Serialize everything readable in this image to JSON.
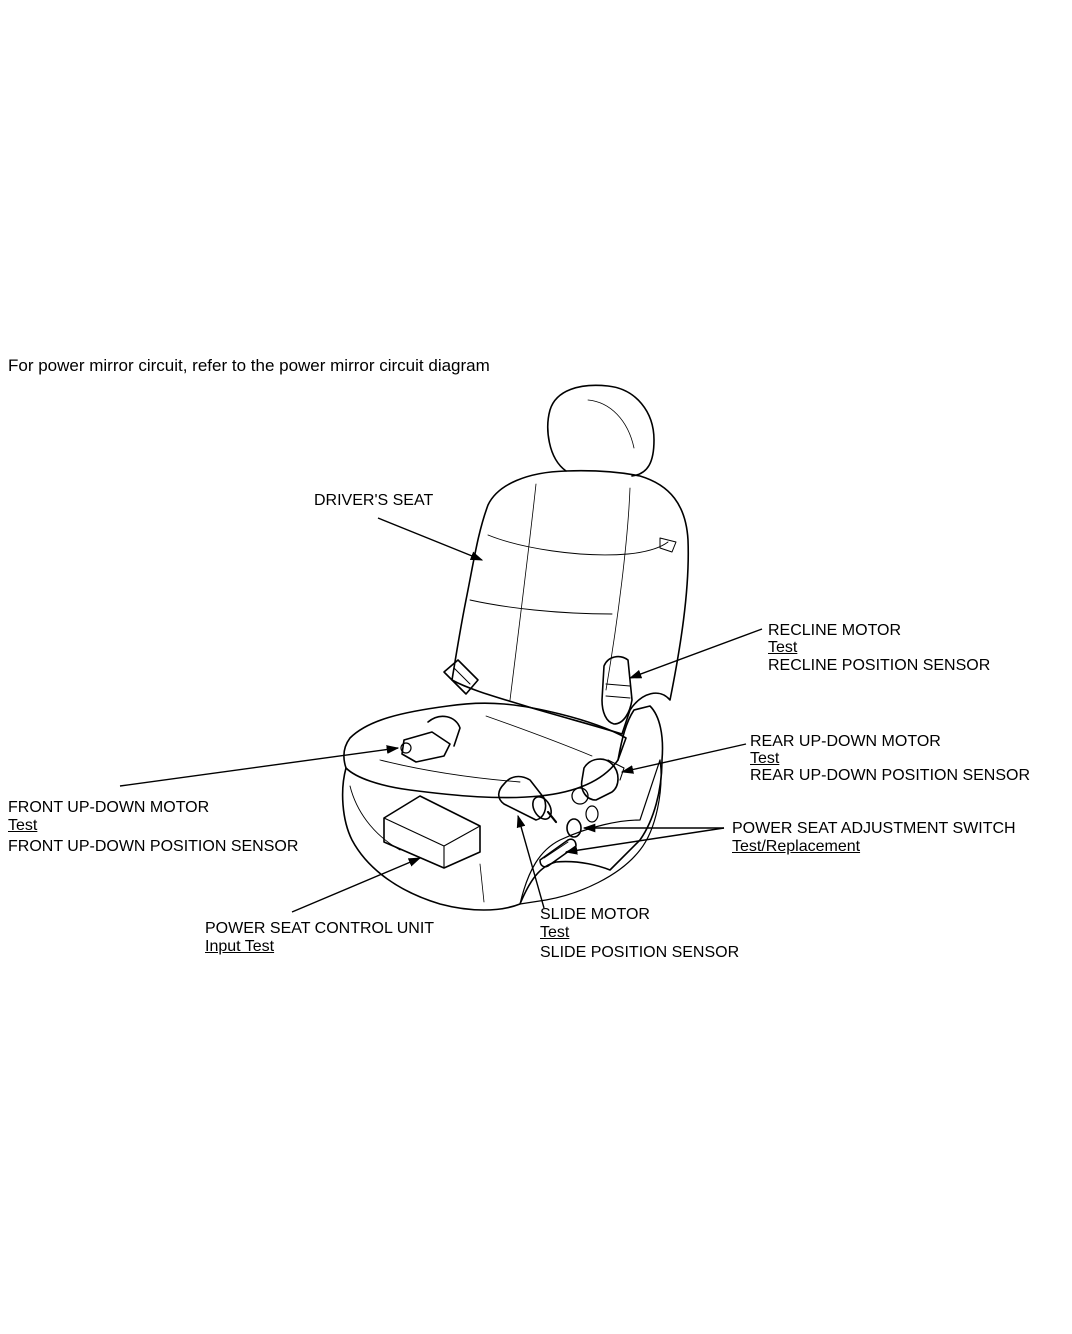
{
  "note": "For power mirror circuit, refer to the power mirror circuit diagram",
  "drivers_seat": {
    "label": "DRIVER'S SEAT"
  },
  "recline": {
    "title": "RECLINE MOTOR",
    "link": "Test",
    "sensor": "RECLINE POSITION SENSOR"
  },
  "rear_updown": {
    "title": "REAR UP-DOWN MOTOR",
    "link": "Test",
    "sensor": "REAR UP-DOWN POSITION SENSOR"
  },
  "front_updown": {
    "title": "FRONT UP-DOWN MOTOR",
    "link": "Test",
    "sensor": "FRONT UP-DOWN POSITION SENSOR"
  },
  "adjust_switch": {
    "title": "POWER SEAT ADJUSTMENT SWITCH",
    "link": "Test/Replacement"
  },
  "control_unit": {
    "title": "POWER SEAT CONTROL UNIT",
    "link": "Input Test"
  },
  "slide": {
    "title": "SLIDE MOTOR",
    "link": "Test",
    "sensor": "SLIDE POSITION SENSOR"
  }
}
